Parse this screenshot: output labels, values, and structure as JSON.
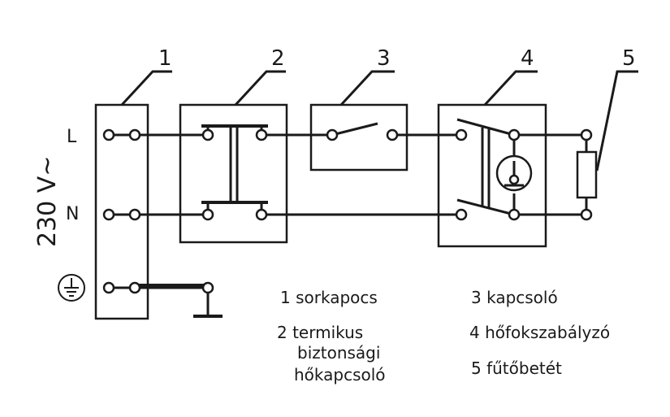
{
  "callouts": [
    "1",
    "2",
    "3",
    "4",
    "5"
  ],
  "lines": {
    "l": "L",
    "n": "N"
  },
  "supply_voltage": "230 V~",
  "legend": {
    "item1": "1 sorkapocs",
    "item2_line1": "2 termikus",
    "item2_line2": "biztonsági",
    "item2_line3": "hőkapcsoló",
    "item3": "3 kapcsoló",
    "item4": "4 hőfokszabályzó",
    "item5": "5 fűtőbetét"
  },
  "icons": {
    "ground": "protective-earth-icon"
  }
}
